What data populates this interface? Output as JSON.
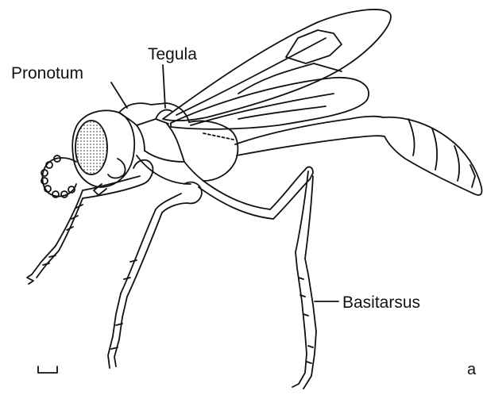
{
  "figure": {
    "labels": {
      "pronotum": "Pronotum",
      "tegula": "Tegula",
      "basitarsus": "Basitarsus",
      "panel": "a"
    }
  }
}
